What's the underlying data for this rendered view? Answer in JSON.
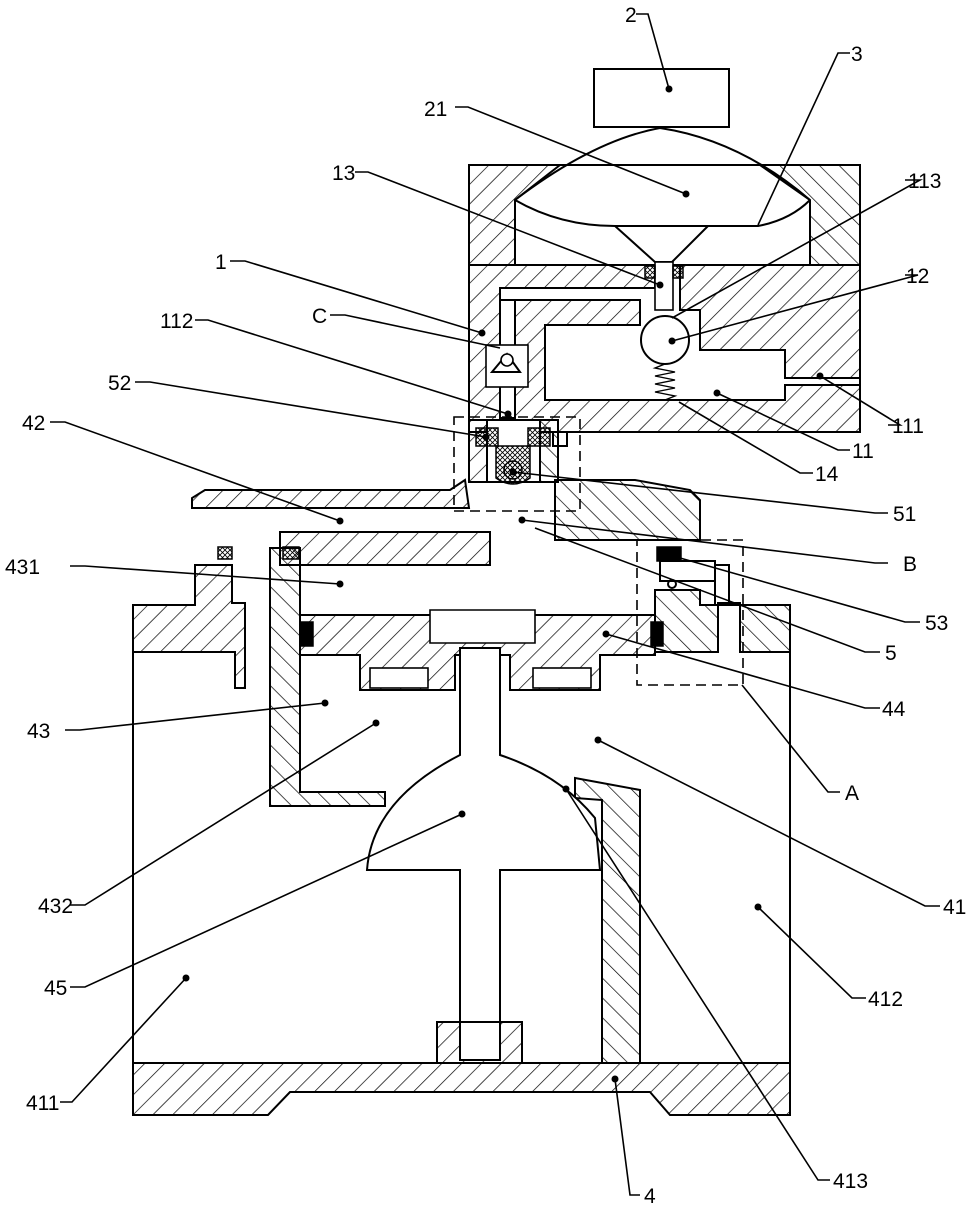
{
  "labels": {
    "l2": "2",
    "l3": "3",
    "l21": "21",
    "l13": "13",
    "l113": "113",
    "l12": "12",
    "l1": "1",
    "lC": "C",
    "l112": "112",
    "l52": "52",
    "l42": "42",
    "l111": "111",
    "l11": "11",
    "l14": "14",
    "l51": "51",
    "lB": "B",
    "l431": "431",
    "l53": "53",
    "l5": "5",
    "l44": "44",
    "l43": "43",
    "lA": "A",
    "l41": "41",
    "l432": "432",
    "l45": "45",
    "l412": "412",
    "l411": "411",
    "l413": "413",
    "l4": "4"
  }
}
